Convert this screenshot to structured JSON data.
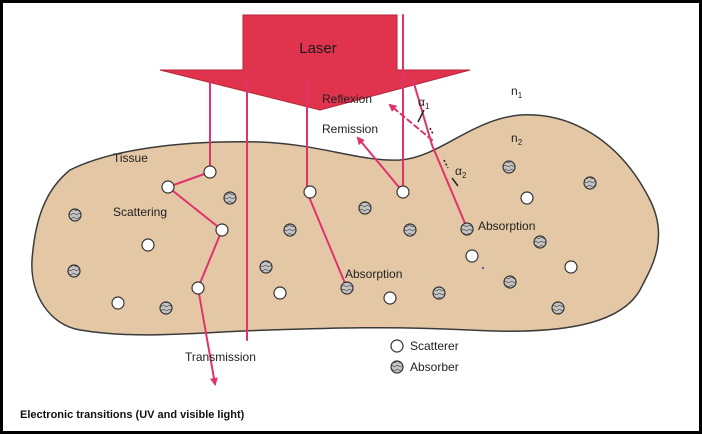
{
  "laser": {
    "label": "Laser"
  },
  "media": {
    "upper": "n",
    "upper_sub": "1",
    "lower": "n",
    "lower_sub": "2"
  },
  "angles": {
    "incident": "α",
    "incident_sub": "1",
    "refracted": "α",
    "refracted_sub": "2"
  },
  "labels": {
    "tissue": "Tissue",
    "scattering": "Scattering",
    "reflexion": "Reflexion",
    "remission": "Remission",
    "absorption_right": "Absorption",
    "absorption_center": "Absorption",
    "transmission": "Transmission"
  },
  "legend": {
    "scatterer": "Scatterer",
    "absorber": "Absorber"
  },
  "caption": "Electronic transitions (UV and visible light)",
  "colors": {
    "tissue_fill": "#e4c8a6",
    "tissue_stroke": "#3a3a3a",
    "laser": "#e0334d",
    "ray": "#e0336e",
    "scatterer": "#ffffff",
    "absorber": "#b0b0b0"
  }
}
